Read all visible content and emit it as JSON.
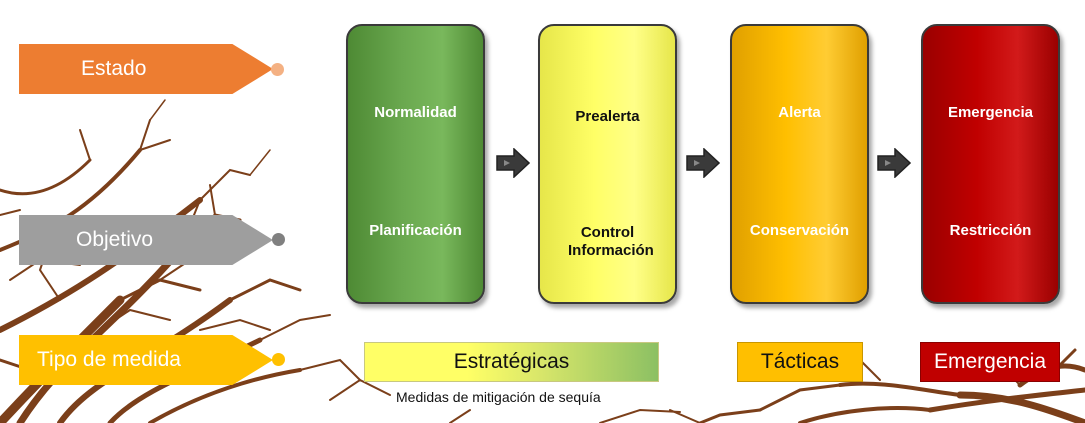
{
  "labels": {
    "estado": "Estado",
    "objetivo": "Objetivo",
    "tipo_medida": "Tipo de medida"
  },
  "stages": [
    {
      "estado": "Normalidad",
      "objetivo": "Planificación",
      "color": "#6aa84f"
    },
    {
      "estado": "Prealerta",
      "objetivo": "Control Información",
      "color": "#ffff66"
    },
    {
      "estado": "Alerta",
      "objetivo": "Conservación",
      "color": "#ffbf00"
    },
    {
      "estado": "Emergencia",
      "objetivo": "Restricción",
      "color": "#c00000"
    }
  ],
  "measures": {
    "estrategicas": "Estratégicas",
    "tacticas": "Tácticas",
    "emergencia": "Emergencia",
    "caption": "Medidas de mitigación de sequía"
  },
  "colors": {
    "estado_tag": "#ed7d31",
    "objetivo_tag": "#9e9e9e",
    "tipo_tag": "#ffc000",
    "branch": "#7b3f1a"
  }
}
